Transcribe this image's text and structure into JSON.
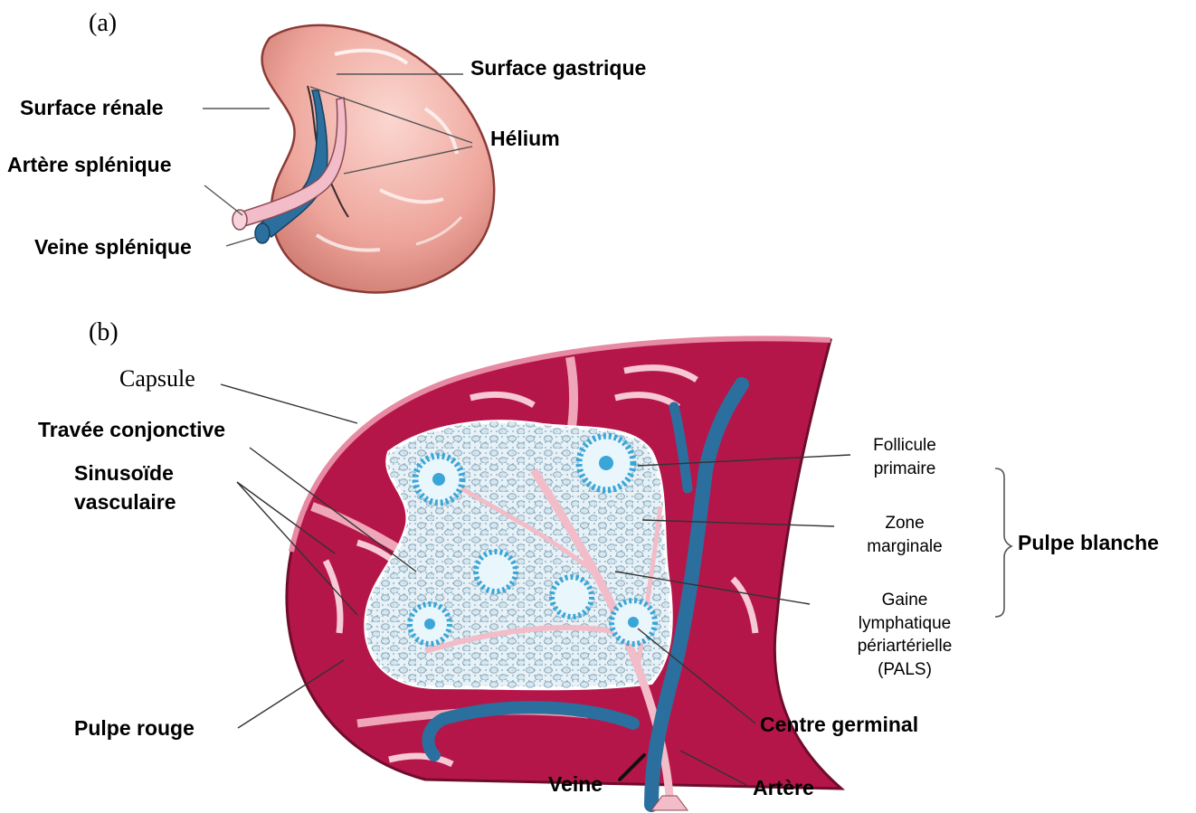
{
  "panel_a": {
    "letter": "(a)",
    "labels": {
      "surface_gastrique": "Surface gastrique",
      "surface_renale": "Surface rénale",
      "helium": "Hélium",
      "artere_splenique": "Artère splénique",
      "veine_splenique": "Veine splénique"
    }
  },
  "panel_b": {
    "letter": "(b)",
    "labels": {
      "capsule": "Capsule",
      "travee": "Travée conjonctive",
      "sinusoide_1": "Sinusoïde",
      "sinusoide_2": "vasculaire",
      "follicule_1": "Follicule",
      "follicule_2": "primaire",
      "zone_1": "Zone",
      "zone_2": "marginale",
      "gaine_1": "Gaine",
      "gaine_2": "lymphatique",
      "gaine_3": "périartérielle",
      "gaine_4": "(PALS)",
      "pulpe_blanche": "Pulpe blanche",
      "pulpe_rouge": "Pulpe rouge",
      "centre_germinal": "Centre germinal",
      "veine": "Veine",
      "artere": "Artère"
    }
  },
  "colors": {
    "spleen_pink": "#e9a39a",
    "red_pulp": "#b5164a",
    "vein_blue": "#2b6f9e",
    "artery_pink": "#f2bcc8",
    "white_pulp": "#e4eef4",
    "follicle_cyan": "#3aa6d8"
  }
}
